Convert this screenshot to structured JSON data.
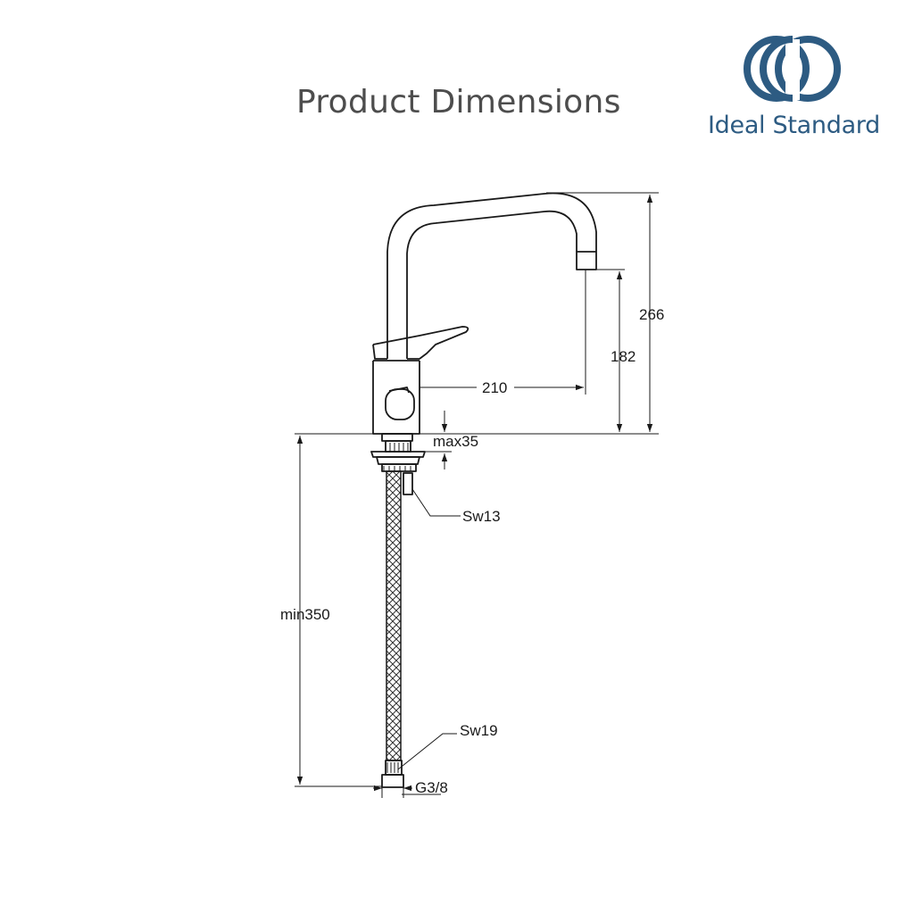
{
  "header": {
    "title": "Product Dimensions",
    "brand_name": "Ideal Standard"
  },
  "colors": {
    "brand": "#2d5b82",
    "title": "#4d4d4d",
    "line": "#1a1a1a"
  },
  "dimensions": {
    "overall_height": "266",
    "spout_height": "182",
    "spout_reach": "210",
    "deck_thickness": "max35",
    "hose_length": "min350",
    "nut_top": "Sw13",
    "nut_bottom": "Sw19",
    "thread": "G3/8"
  }
}
